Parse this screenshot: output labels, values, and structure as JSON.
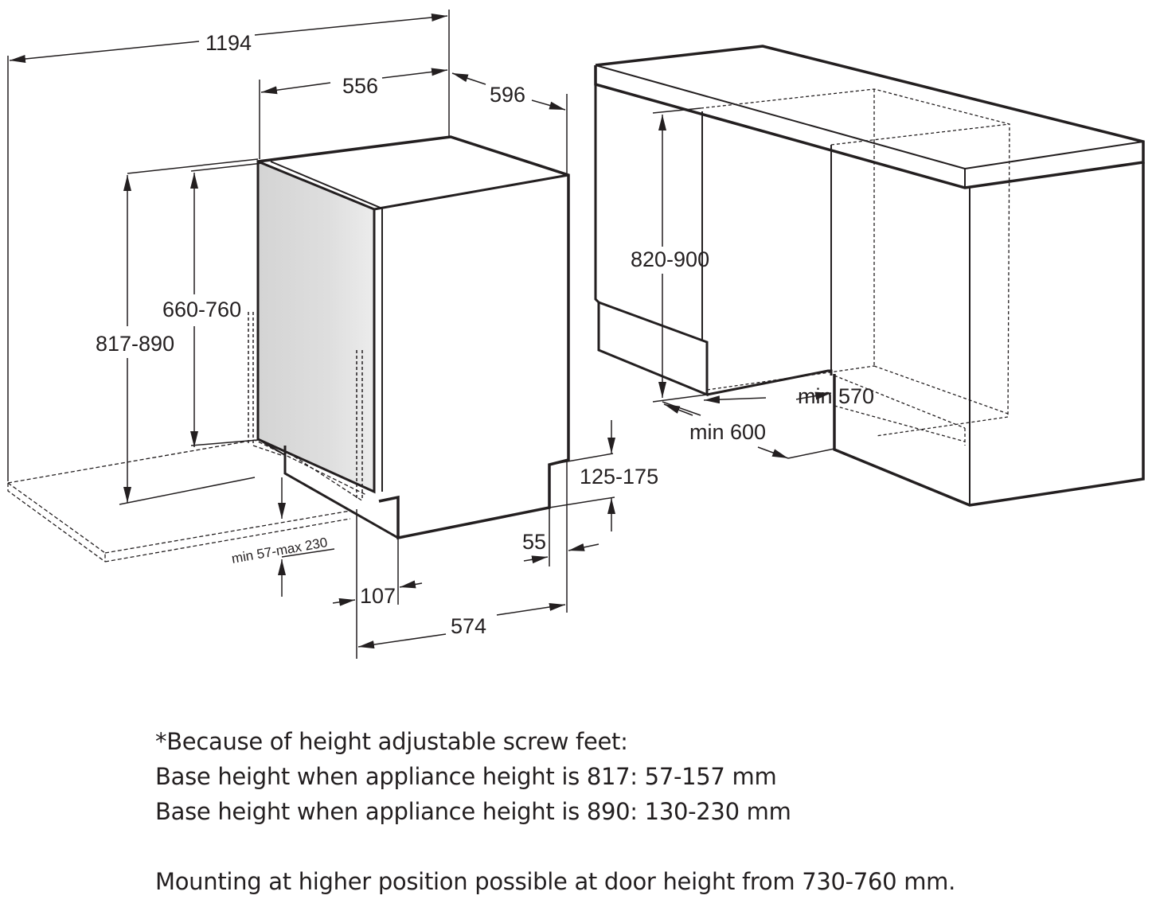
{
  "dimensions": {
    "total_width": "1194",
    "appliance_width": "556",
    "appliance_depth": "596",
    "appliance_height": "817-890",
    "door_height": "660-760",
    "kickboard_range": "min 57-max 230",
    "door_offset": "107",
    "base_depth": "574",
    "foot_height": "125-175",
    "foot_depth": "55",
    "niche_height": "820-900",
    "niche_depth": "min 570",
    "niche_width": "min 600"
  },
  "notes": {
    "line1": "*Because of height adjustable screw feet:",
    "line2": "Base height when appliance height is 817: 57-157 mm",
    "line3": "Base height when appliance height is 890: 130-230 mm",
    "line4": "Mounting at higher position possible at door height from 730-760 mm."
  },
  "colors": {
    "line": "#231f20",
    "door_panel": "#d6d6d6",
    "door_gradient_light": "#eeeeee"
  }
}
